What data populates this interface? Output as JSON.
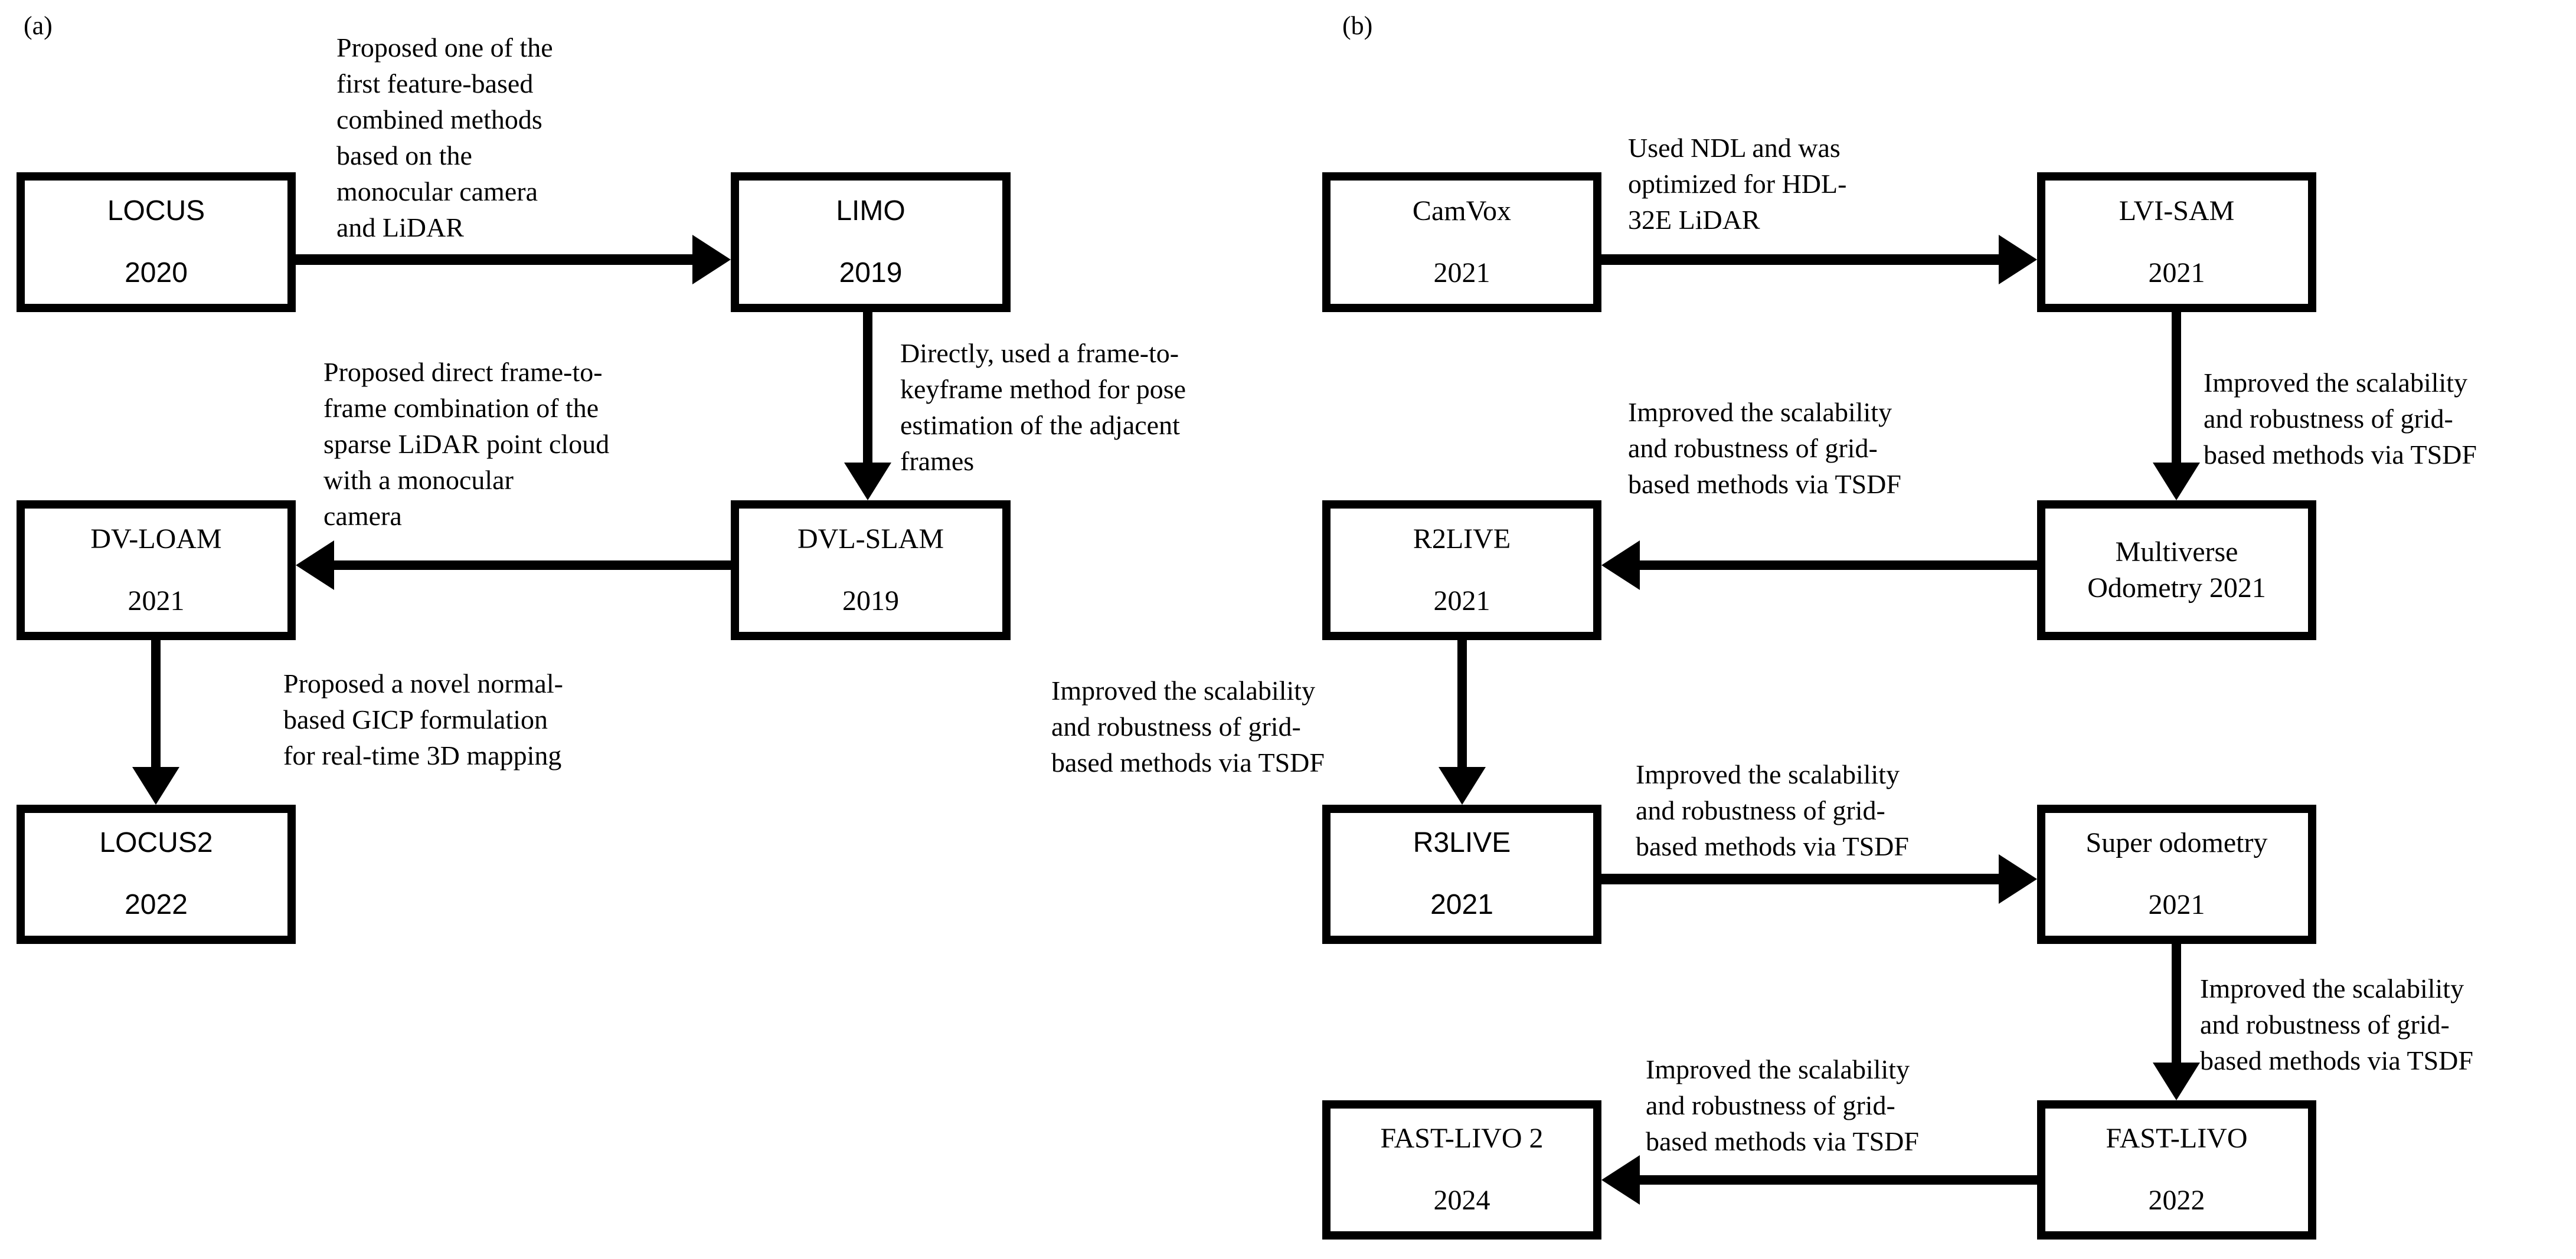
{
  "figure": {
    "panel_a_label": "(a)",
    "panel_b_label": "(b)"
  },
  "colors": {
    "ink": "#000000",
    "background": "#ffffff"
  },
  "boxes": {
    "locus": {
      "title": "LOCUS",
      "year": "2020"
    },
    "limo": {
      "title": "LIMO",
      "year": "2019"
    },
    "dvl_slam": {
      "title": "DVL-SLAM",
      "year": "2019"
    },
    "dv_loam": {
      "title": "DV-LOAM",
      "year": "2021"
    },
    "locus2": {
      "title": "LOCUS2",
      "year": "2022"
    },
    "camvox": {
      "title": "CamVox",
      "year": "2021"
    },
    "lvi_sam": {
      "title": "LVI-SAM",
      "year": "2021"
    },
    "multiverse": {
      "title": "Multiverse",
      "year": "Odometry 2021"
    },
    "r2live": {
      "title": "R2LIVE",
      "year": "2021"
    },
    "r3live": {
      "title": "R3LIVE",
      "year": "2021"
    },
    "super_odometry": {
      "title": "Super odometry",
      "year": "2021"
    },
    "fast_livo": {
      "title": "FAST-LIVO",
      "year": "2022"
    },
    "fast_livo2": {
      "title": "FAST-LIVO 2",
      "year": "2024"
    }
  },
  "annotations": {
    "a_locus_limo": "Proposed one of the\nfirst feature-based\ncombined methods\nbased on the\nmonocular camera\nand LiDAR",
    "a_limo_dvlslam": "Directly, used a frame-to-\nkeyframe method for pose\nestimation of the adjacent\nframes",
    "a_dvlslam_dvloam": "Proposed direct frame-to-\nframe combination of the\nsparse LiDAR point cloud\nwith a monocular\ncamera",
    "a_dvloam_locus2": "Proposed a novel normal-\nbased GICP formulation\nfor real-time 3D mapping",
    "b_camvox_lvisam": "Used NDL and was\noptimized for HDL-\n32E LiDAR",
    "b_lvisam_multiverse": "Improved the scalability\nand robustness of grid-\nbased methods  via TSDF",
    "b_multiverse_r2live": "Improved the scalability\nand robustness of grid-\nbased methods  via TSDF",
    "b_r2live_r3live": "Improved the scalability\nand robustness of grid-\nbased methods  via TSDF",
    "b_r3live_super": "Improved the scalability\nand robustness of grid-\nbased methods  via TSDF",
    "b_super_fastlivo": "Improved the scalability\nand robustness of grid-\nbased methods  via TSDF",
    "b_fastlivo_fastlivo2": "Improved the scalability\nand robustness of grid-\nbased methods  via TSDF"
  }
}
